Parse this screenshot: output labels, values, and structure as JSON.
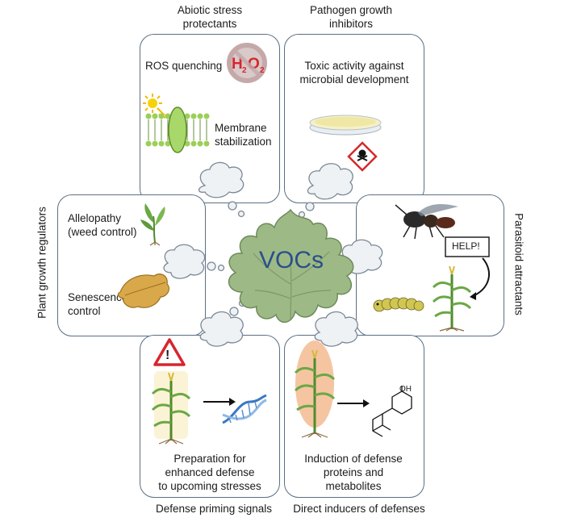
{
  "headers": {
    "top_left": [
      "Abiotic stress",
      "protectants"
    ],
    "top_right": [
      "Pathogen growth",
      "inhibitors"
    ],
    "left": "Plant growth regulators",
    "right": "Parasitoid attractants",
    "bottom_left": "Defense priming signals",
    "bottom_right": "Direct inducers of defenses"
  },
  "center": "VOCs",
  "panels": {
    "abiotic": {
      "ros": "ROS quenching",
      "h2o2": "H2O2",
      "membrane": [
        "Membrane",
        "stabilization"
      ]
    },
    "pathogen": {
      "text": [
        "Toxic activity against",
        "microbial development"
      ]
    },
    "growth": {
      "allelopathy": [
        "Allelopathy",
        "(weed control)"
      ],
      "senescence": [
        "Senescence",
        "control"
      ]
    },
    "parasitoid": {
      "help": "HELP!"
    },
    "priming": {
      "warning": "!",
      "text": [
        "Preparation for",
        "enhanced defense",
        "to upcoming stresses"
      ]
    },
    "inducers": {
      "text": [
        "Induction of defense",
        "proteins and",
        "metabolites"
      ],
      "chem_label": "OH"
    }
  },
  "icons": [
    "h2o2-forbidden-icon",
    "sun-icon",
    "membrane-icon",
    "petri-dish-icon",
    "toxic-hazard-icon",
    "weed-seedling-icon",
    "dry-leaf-icon",
    "wasp-icon",
    "caterpillar-icon",
    "maize-plant-icon",
    "warning-triangle-icon",
    "dna-icon",
    "chemical-structure-icon",
    "cloud-icon",
    "leaf-icon"
  ]
}
